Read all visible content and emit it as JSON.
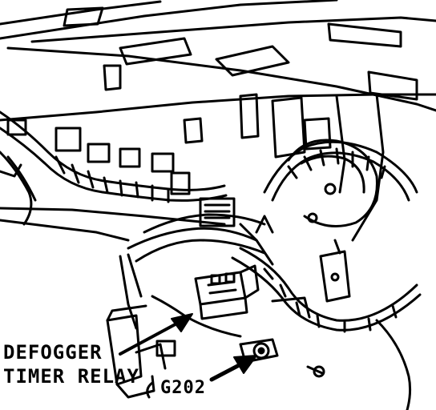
{
  "diagram": {
    "labels": {
      "relay_line1": "DEFOGGER",
      "relay_line2": "TIMER RELAY",
      "ground": "G202"
    },
    "colors": {
      "ink": "#000000",
      "paper": "#ffffff"
    }
  }
}
